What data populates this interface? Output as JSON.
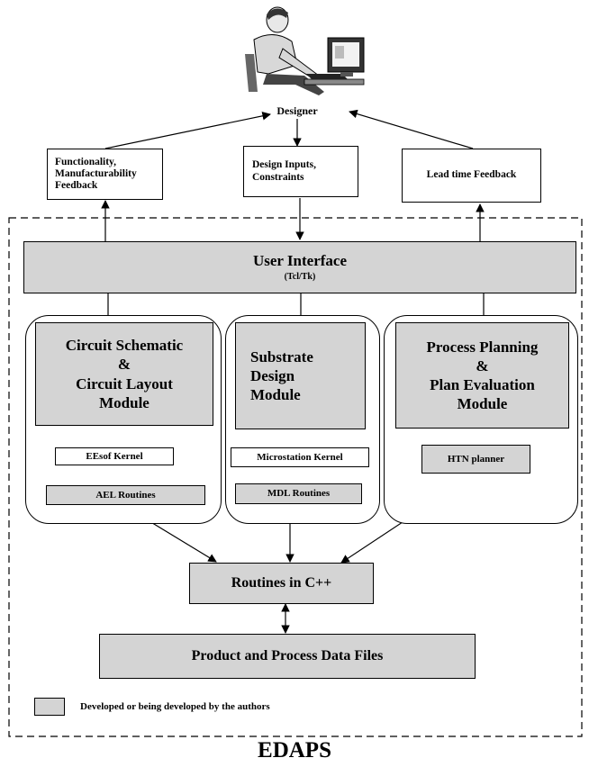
{
  "designer": {
    "label": "Designer"
  },
  "feedback_boxes": {
    "functionality": [
      "Functionality,",
      "Manufacturability",
      "Feedback"
    ],
    "design_inputs": [
      "Design Inputs,",
      "Constraints"
    ],
    "lead_time": "Lead time Feedback"
  },
  "user_interface": {
    "title": "User Interface",
    "subtitle": "(Tcl/Tk)"
  },
  "modules": {
    "circuit": {
      "title": [
        "Circuit Schematic",
        "&",
        "Circuit Layout",
        "Module"
      ],
      "kernel": "EEsof Kernel",
      "routines": "AEL Routines"
    },
    "substrate": {
      "title": [
        "Substrate",
        "Design",
        "Module"
      ],
      "kernel": "Microstation Kernel",
      "routines": "MDL Routines"
    },
    "process": {
      "title": [
        "Process Planning",
        "&",
        "Plan Evaluation",
        "Module"
      ],
      "planner": "HTN planner"
    }
  },
  "routines_cpp": "Routines in C++",
  "data_files": "Product and Process Data Files",
  "legend": {
    "label": "Developed or being developed by the authors",
    "color": "#d4d4d4"
  },
  "caption": "EDAPS"
}
